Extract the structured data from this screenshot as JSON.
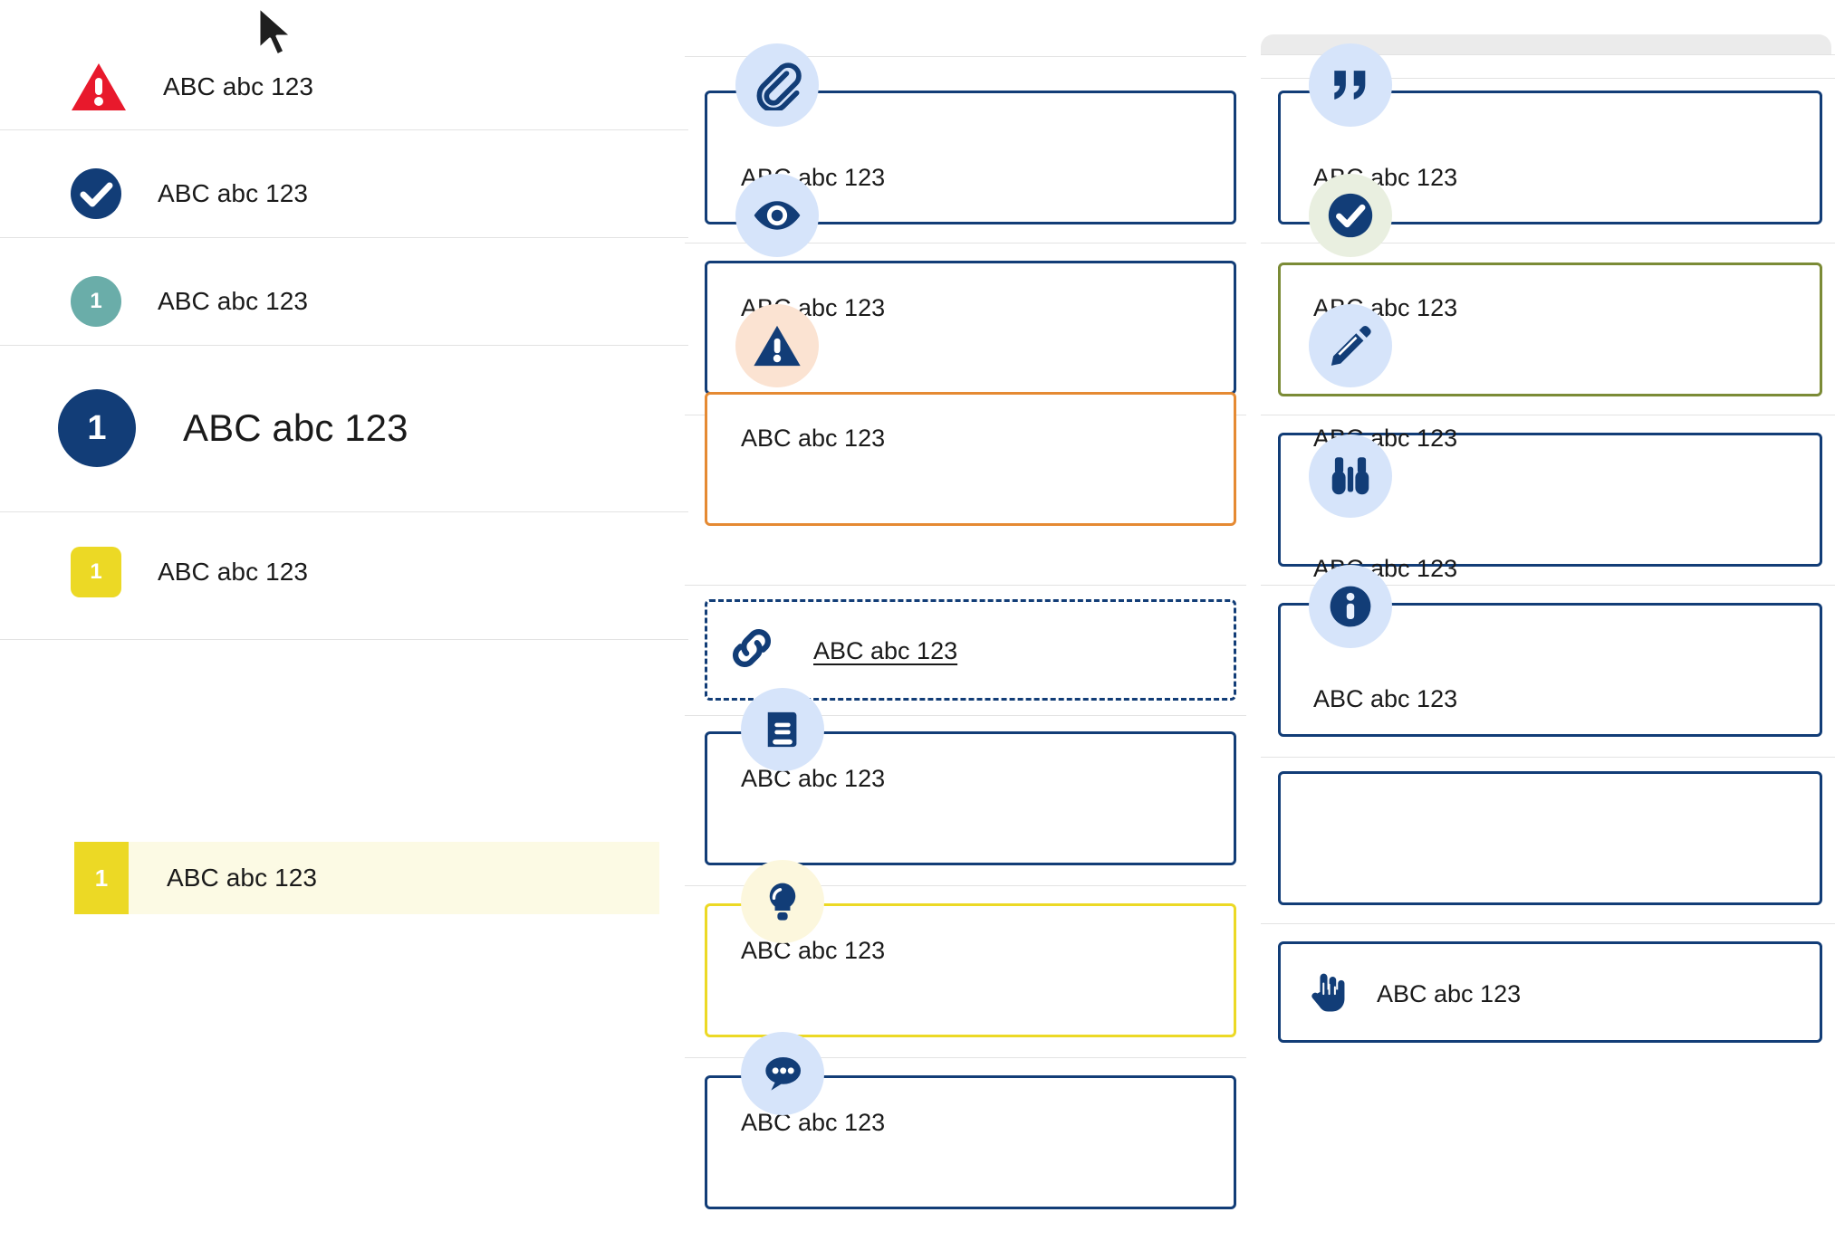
{
  "sidebar": {
    "items": [
      {
        "label": "ABC abc 123",
        "icon": "warning-triangle-icon",
        "badge": "",
        "type": "triangle"
      },
      {
        "label": "ABC abc 123",
        "icon": "check-circle-icon",
        "badge": "",
        "type": "check"
      },
      {
        "label": "ABC abc 123",
        "icon": "number-badge-circle",
        "badge": "1",
        "type": "teal-circle"
      },
      {
        "label": "ABC abc 123",
        "icon": "number-badge-circle-large",
        "badge": "1",
        "type": "navy-circle-large"
      },
      {
        "label": "ABC abc 123",
        "icon": "number-badge-square",
        "badge": "1",
        "type": "yellow-square"
      },
      {
        "label": "ABC abc 123",
        "icon": "number-badge-square-flat",
        "badge": "1",
        "type": "yellow-square-selected"
      }
    ]
  },
  "middle_column": {
    "cards": [
      {
        "label": "ABC abc 123",
        "icon": "paperclip-icon",
        "border": "navy",
        "bubble": "blue"
      },
      {
        "label": "ABC abc 123",
        "icon": "eye-icon",
        "border": "navy",
        "bubble": "blue"
      },
      {
        "label": "ABC abc 123",
        "icon": "warning-icon",
        "border": "orange",
        "bubble": "peach"
      },
      {
        "label": "ABC abc 123",
        "icon": "link-icon",
        "border": "dashed",
        "bubble": "none"
      },
      {
        "label": "ABC abc 123",
        "icon": "book-icon",
        "border": "navy",
        "bubble": "blue"
      },
      {
        "label": "ABC abc 123",
        "icon": "lightbulb-icon",
        "border": "yellow",
        "bubble": "cream"
      },
      {
        "label": "ABC abc 123",
        "icon": "speech-bubble-icon",
        "border": "navy",
        "bubble": "blue"
      }
    ]
  },
  "right_column": {
    "cards": [
      {
        "label": "ABC abc 123",
        "icon": "quote-icon",
        "border": "navy",
        "bubble": "blue"
      },
      {
        "label": "ABC abc 123",
        "icon": "check-circle-icon",
        "border": "olive",
        "bubble": "mint"
      },
      {
        "label": "ABC abc 123",
        "icon": "pencil-icon",
        "border": "navy",
        "bubble": "blue"
      },
      {
        "label": "ABC abc 123",
        "icon": "binoculars-icon",
        "border": "navy",
        "bubble": "blue"
      },
      {
        "label": "ABC abc 123",
        "icon": "info-icon",
        "border": "navy",
        "bubble": "blue"
      },
      {
        "label": "ABC abc 123",
        "icon": "hand-pointer-icon",
        "border": "navy",
        "bubble": "none"
      }
    ]
  },
  "colors": {
    "navy": "#123d77",
    "red": "#e8192c",
    "teal": "#6aada9",
    "yellow": "#ecd925",
    "orange": "#e58a33",
    "olive": "#7b8b36",
    "icon_bubble_blue": "#d6e4fa",
    "icon_bubble_peach": "#fbe3d2",
    "icon_bubble_mint": "#e9efe0",
    "icon_bubble_cream": "#fcf7dd",
    "selected_row_bg": "#fcfae4",
    "divider": "#e3e3e3"
  }
}
